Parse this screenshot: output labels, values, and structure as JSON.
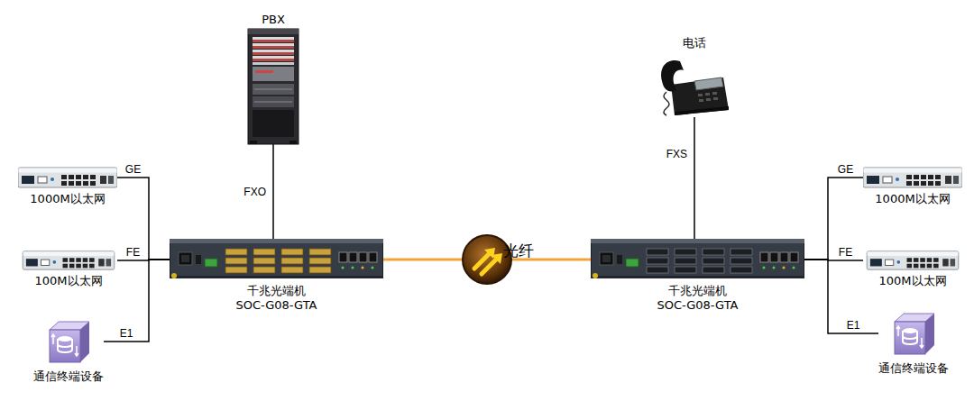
{
  "diagram": {
    "nodes": [
      {
        "text": [
          "1000M以太网"
        ]
      },
      {
        "text": [
          "100M以太网"
        ]
      },
      {
        "text": [
          "通信终端设备"
        ]
      },
      {
        "text": [
          "PBX"
        ]
      },
      {
        "text": [
          "千兆光端机",
          "SOC-G08-GTA"
        ]
      },
      {
        "text": [
          "光纤"
        ]
      },
      {
        "text": [
          "电话"
        ]
      },
      {
        "text": [
          "千兆光端机",
          "SOC-G08-GTA"
        ]
      },
      {
        "text": [
          "1000M以太网"
        ]
      },
      {
        "text": [
          "100M以太网"
        ]
      },
      {
        "text": [
          "通信终端设备"
        ]
      }
    ],
    "edges": [
      {
        "from": 0,
        "to": 4,
        "label": "GE",
        "arrow": "none"
      },
      {
        "from": 1,
        "to": 4,
        "label": "FE",
        "arrow": "none"
      },
      {
        "from": 2,
        "to": 4,
        "label": "E1",
        "arrow": "none"
      },
      {
        "from": 3,
        "to": 4,
        "label": "FXO",
        "arrow": "none"
      },
      {
        "from": 4,
        "to": 5,
        "arrow": "none"
      },
      {
        "from": 5,
        "to": 7,
        "arrow": "none"
      },
      {
        "from": 6,
        "to": 7,
        "label": "FXS",
        "arrow": "none"
      },
      {
        "from": 7,
        "to": 8,
        "label": "GE",
        "arrow": "none"
      },
      {
        "from": 7,
        "to": 9,
        "label": "FE",
        "arrow": "none"
      },
      {
        "from": 7,
        "to": 10,
        "label": "E1",
        "arrow": "none"
      }
    ]
  }
}
